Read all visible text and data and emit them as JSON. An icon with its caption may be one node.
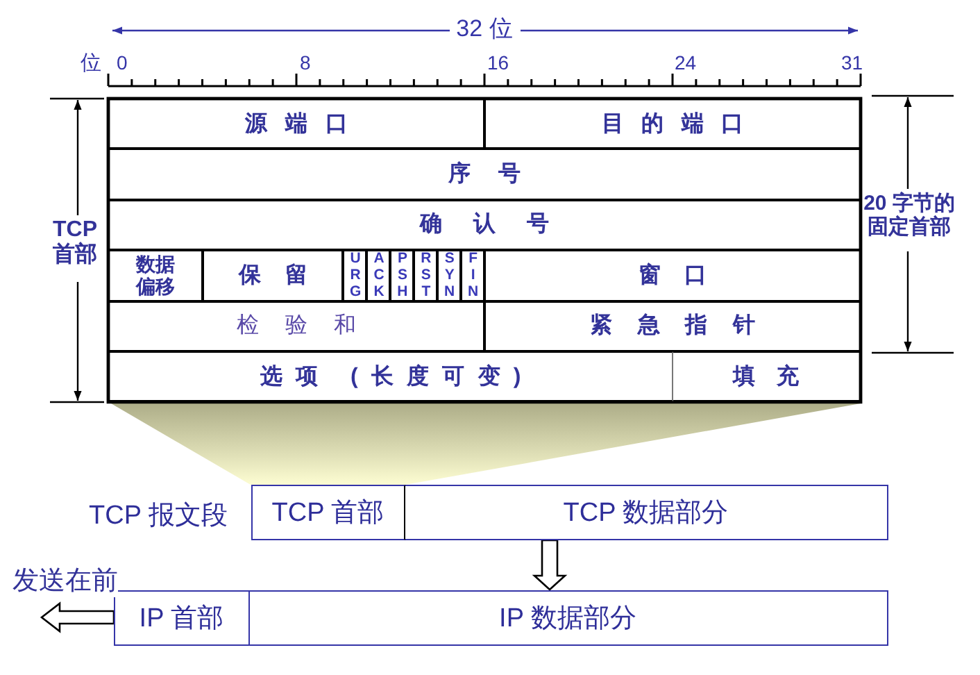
{
  "diagram": {
    "nodes": [
      {
        "text": [
          "源端口"
        ]
      },
      {
        "text": [
          "目的端口"
        ]
      },
      {
        "text": [
          "序号"
        ]
      },
      {
        "text": [
          "确认号"
        ]
      },
      {
        "text": [
          "数据偏移"
        ]
      },
      {
        "text": [
          "保留"
        ]
      },
      {
        "text": [
          "URG"
        ]
      },
      {
        "text": [
          "ACK"
        ]
      },
      {
        "text": [
          "PSH"
        ]
      },
      {
        "text": [
          "RST"
        ]
      },
      {
        "text": [
          "SYN"
        ]
      },
      {
        "text": [
          "FIN"
        ]
      },
      {
        "text": [
          "窗口"
        ]
      },
      {
        "text": [
          "检验和"
        ]
      },
      {
        "text": [
          "紧急指针"
        ]
      },
      {
        "text": [
          "选项 (长度可变)"
        ]
      },
      {
        "text": [
          "填充"
        ]
      },
      {
        "text": [],
        "shape": "trapezoid"
      },
      {
        "text": [
          "TCP 首部"
        ],
        "beside": [
          "TCP 报文段"
        ]
      },
      {
        "text": [
          "TCP 数据部分"
        ]
      },
      {
        "text": [
          "IP 首部"
        ]
      },
      {
        "text": [
          "IP 数据部分"
        ]
      }
    ],
    "edges": [
      {
        "from": 19,
        "to": 21,
        "arrow": "to"
      },
      {
        "from": 20,
        "to": null,
        "arrow": "to",
        "label": "发送在前"
      }
    ],
    "labels": [
      "32 位",
      "位",
      "0",
      "8",
      "16",
      "24",
      "31",
      "TCP 首部",
      "20 字节的固定首部"
    ]
  }
}
